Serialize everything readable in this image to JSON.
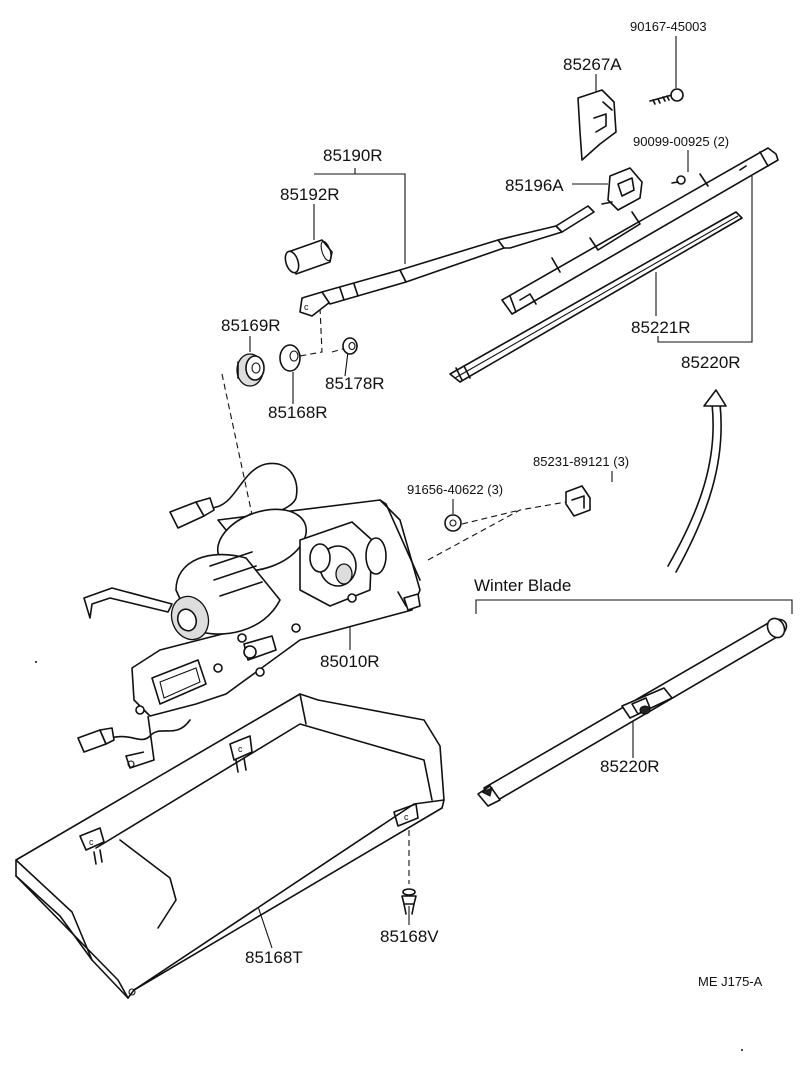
{
  "labels": {
    "p90167": "90167-45003",
    "p85267A": "85267A",
    "p90099": "90099-00925 (2)",
    "p85190R": "85190R",
    "p85192R": "85192R",
    "p85196A": "85196A",
    "p85169R": "85169R",
    "p85178R": "85178R",
    "p85168R": "85168R",
    "p85221R": "85221R",
    "p85220R_top": "85220R",
    "p85231": "85231-89121 (3)",
    "p91656": "91656-40622 (3)",
    "p85010R": "85010R",
    "winter_blade": "Winter Blade",
    "p85220R_winter": "85220R",
    "p85168T": "85168T",
    "p85168V": "85168V",
    "diagram_ref": "ME J175-A"
  }
}
